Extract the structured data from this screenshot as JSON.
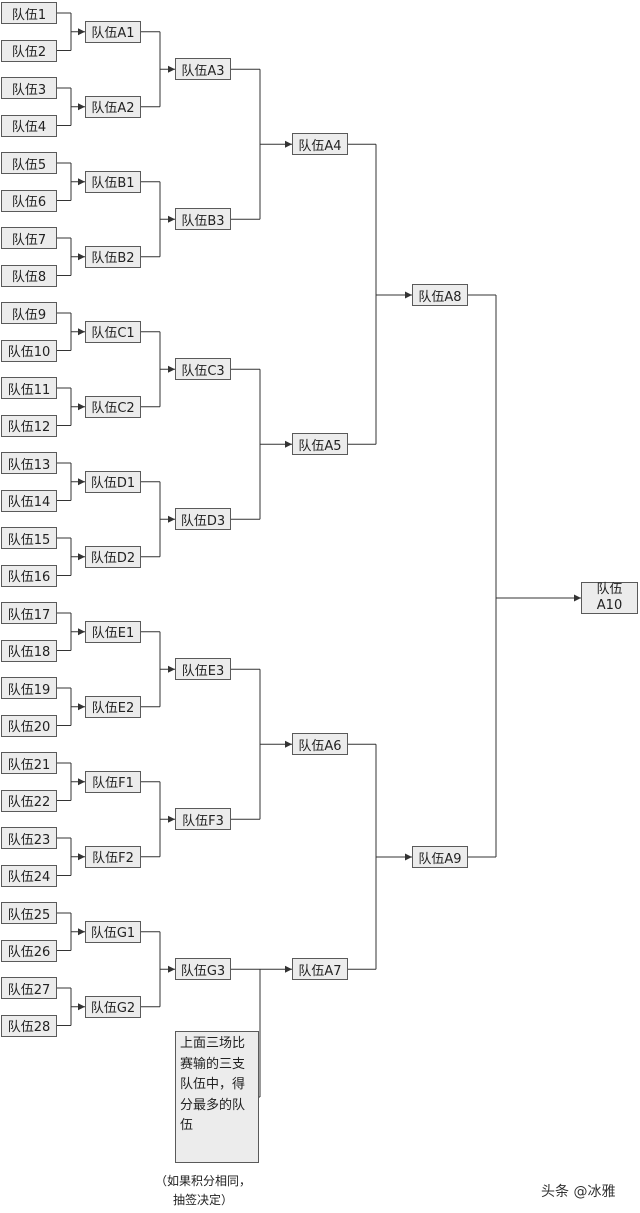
{
  "teams": [
    "队伍1",
    "队伍2",
    "队伍3",
    "队伍4",
    "队伍5",
    "队伍6",
    "队伍7",
    "队伍8",
    "队伍9",
    "队伍10",
    "队伍11",
    "队伍12",
    "队伍13",
    "队伍14",
    "队伍15",
    "队伍16",
    "队伍17",
    "队伍18",
    "队伍19",
    "队伍20",
    "队伍21",
    "队伍22",
    "队伍23",
    "队伍24",
    "队伍25",
    "队伍26",
    "队伍27",
    "队伍28"
  ],
  "round2": [
    "队伍A1",
    "队伍A2",
    "队伍B1",
    "队伍B2",
    "队伍C1",
    "队伍C2",
    "队伍D1",
    "队伍D2",
    "队伍E1",
    "队伍E2",
    "队伍F1",
    "队伍F2",
    "队伍G1",
    "队伍G2"
  ],
  "round3": [
    "队伍A3",
    "队伍B3",
    "队伍C3",
    "队伍D3",
    "队伍E3",
    "队伍F3",
    "队伍G3"
  ],
  "round4": [
    "队伍A4",
    "队伍A5",
    "队伍A6",
    "队伍A7"
  ],
  "round5": [
    "队伍A8",
    "队伍A9"
  ],
  "final": "队伍A10",
  "note": "上面三场比赛输的三支队伍中，得分最多的队伍",
  "caption_line1": "（如果积分相同，",
  "caption_line2": "抽签决定）",
  "watermark": "头条 @冰雅",
  "line_color": "#333333"
}
